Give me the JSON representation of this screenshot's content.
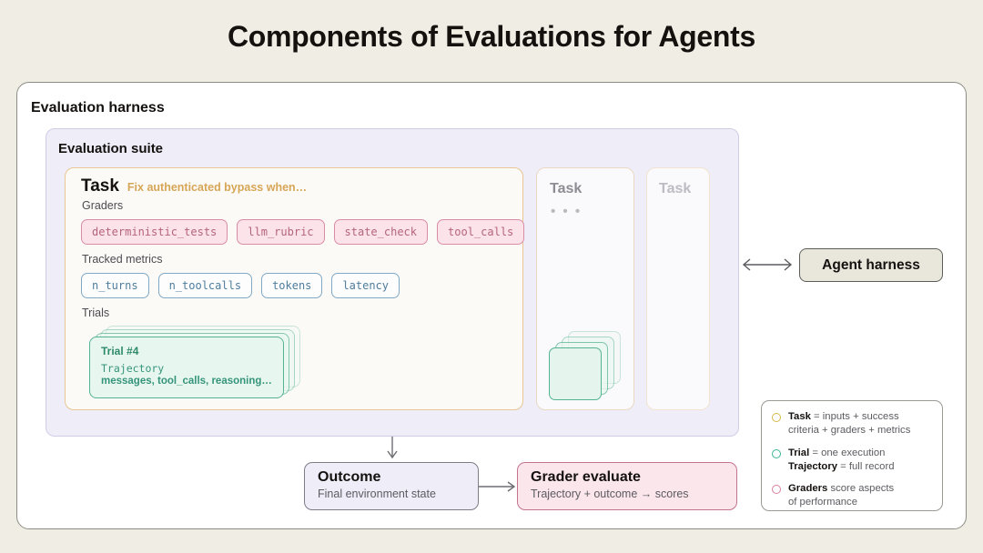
{
  "title": "Components of Evaluations for Agents",
  "harness": {
    "label": "Evaluation harness"
  },
  "suite": {
    "label": "Evaluation suite"
  },
  "task_main": {
    "title": "Task",
    "subtitle": "Fix authenticated bypass when…",
    "graders_label": "Graders",
    "graders": [
      "deterministic_tests",
      "llm_rubric",
      "state_check",
      "tool_calls"
    ],
    "metrics_label": "Tracked metrics",
    "metrics": [
      "n_turns",
      "n_toolcalls",
      "tokens",
      "latency"
    ],
    "trials_label": "Trials",
    "trial": {
      "id": "Trial #4",
      "trajectory_label": "Trajectory",
      "trajectory_detail": "messages, tool_calls, reasoning…"
    }
  },
  "task_2": {
    "title": "Task",
    "ellipsis": "•  •  •"
  },
  "task_3": {
    "title": "Task"
  },
  "agent": {
    "label": "Agent harness"
  },
  "legend": {
    "items": [
      {
        "color": "#D9B84A",
        "line1_bold": "Task",
        "line1_rest": " = inputs + success",
        "line2": "criteria + graders + metrics"
      },
      {
        "color": "#3FB391",
        "line1_bold": "Trial",
        "line1_rest": " = one execution",
        "line2_bold": "Trajectory",
        "line2_rest": " = full record"
      },
      {
        "color": "#D77F9F",
        "line1_bold": "Graders",
        "line1_rest": " score aspects",
        "line2": "of performance"
      }
    ]
  },
  "outcome": {
    "title": "Outcome",
    "subtitle": "Final environment state"
  },
  "grader_evaluate": {
    "title": "Grader evaluate",
    "subtitle": "Trajectory + outcome → scores"
  },
  "colors": {
    "background": "#EFEDE4",
    "task_border": "#E9C694",
    "grader_pill": "#D98CA6",
    "metric_pill": "#7FA9C4",
    "trial_green": "#54B392",
    "suite_bg": "#EEEDF8"
  }
}
